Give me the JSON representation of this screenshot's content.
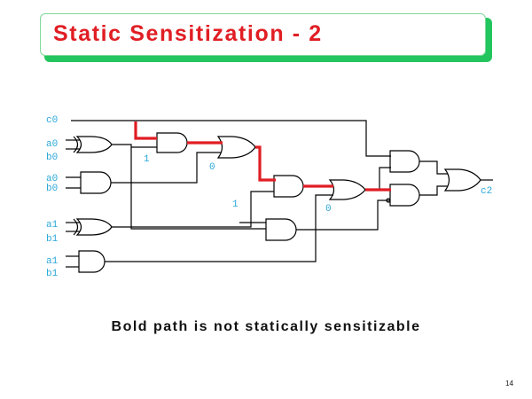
{
  "title": "Static Sensitization - 2",
  "caption": "Bold path is not statically sensitizable",
  "page_number": "14",
  "inputs": {
    "c0": "c0",
    "a0_xor": "a0",
    "b0_xor": "b0",
    "a0_and": "a0",
    "b0_and": "b0",
    "a1_xor": "a1",
    "b1_xor": "b1",
    "a1_and": "a1",
    "b1_and": "b1"
  },
  "output": "c2",
  "side_values": {
    "v1": "1",
    "v2": "0",
    "v3": "1",
    "v4": "0"
  },
  "colors": {
    "title": "#e01e24",
    "accent_shadow": "#22c55e",
    "labels": "#2aa8d8",
    "bold_path": "#e01e24",
    "wires": "#000000"
  }
}
